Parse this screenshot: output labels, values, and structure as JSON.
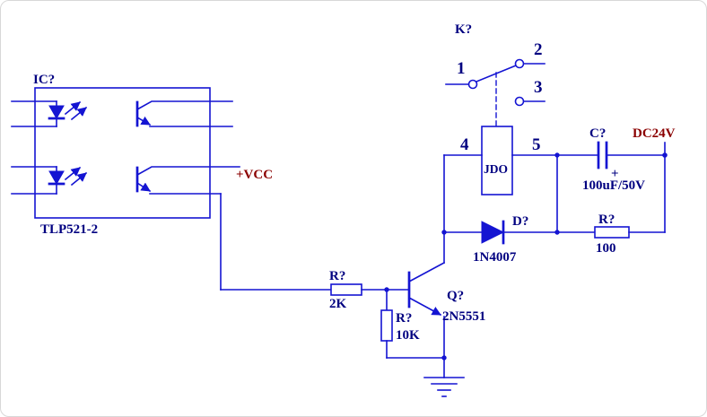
{
  "colors": {
    "wire": "#1414d2",
    "label": "#000080",
    "power": "#8b0000",
    "bg": "#ffffff",
    "frame": "#d8d8d8"
  },
  "schematic": {
    "optocoupler": {
      "designator": "IC?",
      "part": "TLP521-2"
    },
    "vcc": {
      "label": "+VCC"
    },
    "relay_contacts": {
      "designator": "K?",
      "pin1": "1",
      "pin2": "2",
      "pin3": "3"
    },
    "relay_coil": {
      "name": "JDO",
      "pin4": "4",
      "pin5": "5"
    },
    "capacitor": {
      "designator": "C?",
      "value": "100uF/50V",
      "polarity": "+"
    },
    "supply": {
      "label": "DC24V"
    },
    "diode": {
      "designator": "D?",
      "part": "1N4007"
    },
    "resistor_supply": {
      "designator": "R?",
      "value": "100"
    },
    "resistor_base": {
      "designator": "R?",
      "value": "2K"
    },
    "resistor_pulldown": {
      "designator": "R?",
      "value": "10K"
    },
    "transistor": {
      "designator": "Q?",
      "part": "2N5551"
    }
  }
}
